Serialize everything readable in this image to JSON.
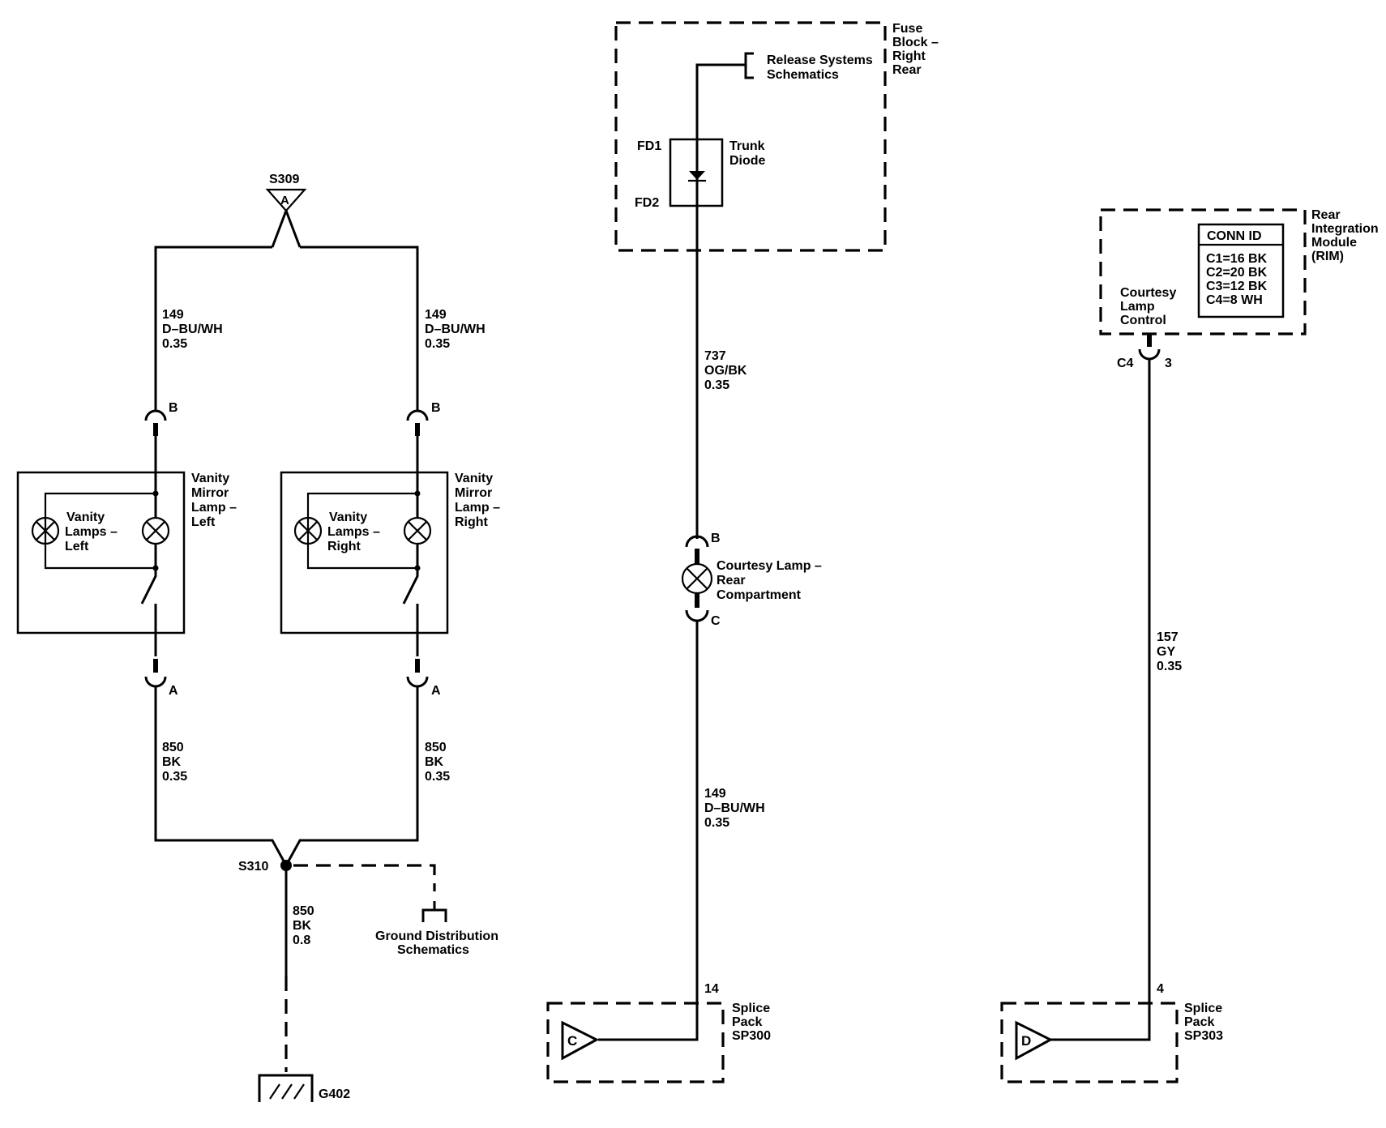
{
  "splices": {
    "s309": {
      "label": "S309",
      "pin": "A"
    },
    "s310": {
      "label": "S310"
    }
  },
  "wires": {
    "left_top": [
      "149",
      "D–BU/WH",
      "0.35"
    ],
    "right_top": [
      "149",
      "D–BU/WH",
      "0.35"
    ],
    "left_bottom": [
      "850",
      "BK",
      "0.35"
    ],
    "right_bottom": [
      "850",
      "BK",
      "0.35"
    ],
    "ground": [
      "850",
      "BK",
      "0.8"
    ],
    "fuse_out": [
      "737",
      "OG/BK",
      "0.35"
    ],
    "lamp_out": [
      "149",
      "D–BU/WH",
      "0.35"
    ],
    "rim_out": [
      "157",
      "GY",
      "0.35"
    ]
  },
  "connectors": {
    "left_b": "B",
    "left_a": "A",
    "right_b": "B",
    "right_a": "A",
    "lamp_b": "B",
    "lamp_c": "C",
    "rim_conn": "C4",
    "rim_pin": "3",
    "sp300_pin": "14",
    "sp303_pin": "4"
  },
  "components": {
    "vanity_left": {
      "box": [
        "Vanity",
        "Mirror",
        "Lamp –",
        "Left"
      ],
      "lamps": [
        "Vanity",
        "Lamps –",
        "Left"
      ]
    },
    "vanity_right": {
      "box": [
        "Vanity",
        "Mirror",
        "Lamp –",
        "Right"
      ],
      "lamps": [
        "Vanity",
        "Lamps –",
        "Right"
      ]
    },
    "fuse_block": {
      "label": [
        "Fuse",
        "Block –",
        "Right",
        "Rear"
      ],
      "ref": [
        "Release Systems",
        "Schematics"
      ]
    },
    "trunk_diode": {
      "label": [
        "Trunk",
        "Diode"
      ],
      "fd1": "FD1",
      "fd2": "FD2"
    },
    "courtesy_lamp": [
      "Courtesy Lamp –",
      "Rear",
      "Compartment"
    ],
    "rim": {
      "label": [
        "Rear",
        "Integration",
        "Module",
        "(RIM)"
      ],
      "control": [
        "Courtesy",
        "Lamp",
        "Control"
      ]
    },
    "conn_id": {
      "title": "CONN ID",
      "rows": [
        "C1=16 BK",
        "C2=20 BK",
        "C3=12 BK",
        "C4=8 WH"
      ]
    },
    "ground_ref": [
      "Ground Distribution",
      "Schematics"
    ],
    "ground": "G402",
    "sp300": {
      "label": [
        "Splice",
        "Pack",
        "SP300"
      ],
      "letter": "C"
    },
    "sp303": {
      "label": [
        "Splice",
        "Pack",
        "SP303"
      ],
      "letter": "D"
    }
  }
}
